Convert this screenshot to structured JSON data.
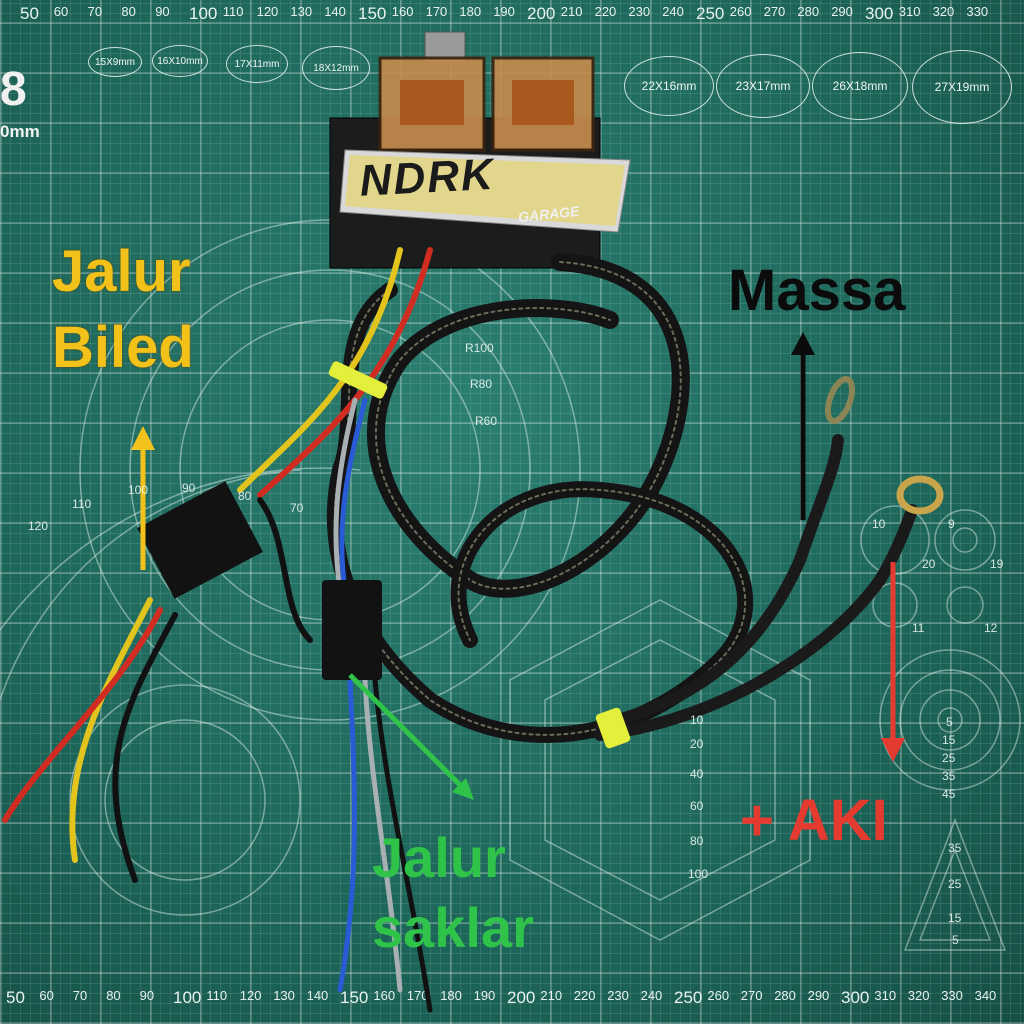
{
  "annotations": {
    "jalur_biled": [
      "Jalur",
      "Biled"
    ],
    "massa": "Massa",
    "aki": "+ AKI",
    "jalur_saklar": [
      "Jalur",
      "saklar"
    ]
  },
  "sticker": {
    "brand": "NDRK",
    "sub": "GARAGE"
  },
  "mat": {
    "corner_number": "8",
    "corner_unit": "0mm",
    "oval_sizes": [
      "15X9mm",
      "16X10mm",
      "17X11mm",
      "18X12mm",
      "22X16mm",
      "23X17mm",
      "26X18mm",
      "27X19mm"
    ],
    "top_ruler": [
      "50",
      "60",
      "70",
      "80",
      "90",
      "100",
      "110",
      "120",
      "130",
      "140",
      "150",
      "160",
      "170",
      "180",
      "190",
      "200",
      "210",
      "220",
      "230",
      "240",
      "250",
      "260",
      "270",
      "280",
      "290",
      "300",
      "310",
      "320",
      "330"
    ],
    "bottom_ruler": [
      "50",
      "60",
      "70",
      "80",
      "90",
      "100",
      "110",
      "120",
      "130",
      "140",
      "150",
      "160",
      "170",
      "180",
      "190",
      "200",
      "210",
      "220",
      "230",
      "240",
      "250",
      "260",
      "270",
      "280",
      "290",
      "300",
      "310",
      "320",
      "330",
      "340"
    ],
    "radius_labels": [
      "R100",
      "R80",
      "R60"
    ],
    "protractor_labels": [
      "120",
      "110",
      "100",
      "90",
      "80",
      "70"
    ],
    "hex_labels": [
      "10",
      "20",
      "40",
      "60",
      "80",
      "100"
    ],
    "target_labels": [
      "5",
      "15",
      "25",
      "35",
      "45"
    ],
    "circle_labels": [
      "10",
      "9",
      "20",
      "19",
      "11",
      "12"
    ],
    "triangle_labels": [
      "35",
      "25",
      "15",
      "5"
    ]
  },
  "colors": {
    "mat_green": "#1f6b5f",
    "biled_yellow": "#f2c21a",
    "massa_black": "#0b0b0b",
    "aki_red": "#e53a2f",
    "saklar_green": "#2fc349",
    "arrow_blue_wire": "#2a5bd6"
  },
  "arrows": [
    {
      "label": "massa",
      "direction": "up",
      "color": "#0b0b0b"
    },
    {
      "label": "jalur_biled",
      "direction": "up",
      "color": "#f2c21a"
    },
    {
      "label": "aki",
      "direction": "down",
      "color": "#e53a2f"
    },
    {
      "label": "jalur_saklar",
      "direction": "down-right",
      "color": "#2fc349"
    }
  ]
}
